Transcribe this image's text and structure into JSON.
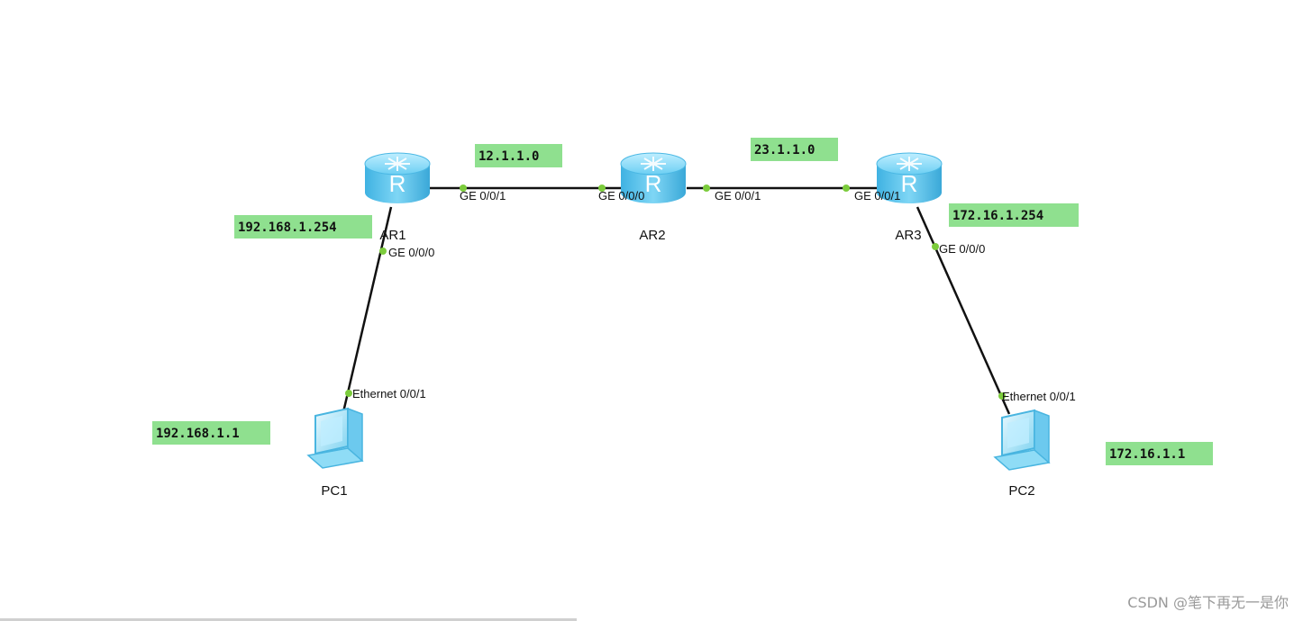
{
  "diagram": {
    "devices": [
      {
        "id": "ar1",
        "type": "router",
        "label": "AR1"
      },
      {
        "id": "ar2",
        "type": "router",
        "label": "AR2"
      },
      {
        "id": "ar3",
        "type": "router",
        "label": "AR3"
      },
      {
        "id": "pc1",
        "type": "pc",
        "label": "PC1"
      },
      {
        "id": "pc2",
        "type": "pc",
        "label": "PC2"
      }
    ],
    "links": [
      {
        "from": "ar1",
        "to": "ar2",
        "from_port": "GE 0/0/1",
        "to_port": "GE 0/0/0"
      },
      {
        "from": "ar2",
        "to": "ar3",
        "from_port": "GE 0/0/1",
        "to_port": "GE 0/0/1"
      },
      {
        "from": "ar1",
        "to": "pc1",
        "from_port": "GE 0/0/0",
        "to_port": "Ethernet 0/0/1"
      },
      {
        "from": "ar3",
        "to": "pc2",
        "from_port": "GE 0/0/0",
        "to_port": "Ethernet 0/0/1"
      }
    ],
    "notes": [
      "12.1.1.0",
      "23.1.1.0",
      "192.168.1.254",
      "172.16.1.254",
      "192.168.1.1",
      "172.16.1.1"
    ],
    "colors": {
      "link": "#111111",
      "port_dot": "#7ccc3c",
      "note_bg": "#8fe08f",
      "router_body": "#5ec8ee",
      "pc_body": "#7fd3f0"
    }
  },
  "watermark": "CSDN @笔下再无一是你"
}
